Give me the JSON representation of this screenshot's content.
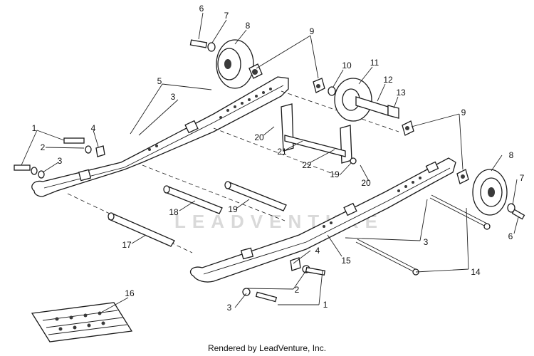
{
  "diagram": {
    "callouts": [
      {
        "id": "c6a",
        "text": "6"
      },
      {
        "id": "c7a",
        "text": "7"
      },
      {
        "id": "c8a",
        "text": "8"
      },
      {
        "id": "c9a",
        "text": "9"
      },
      {
        "id": "c10",
        "text": "10"
      },
      {
        "id": "c11",
        "text": "11"
      },
      {
        "id": "c12",
        "text": "12"
      },
      {
        "id": "c13",
        "text": "13"
      },
      {
        "id": "c5",
        "text": "5"
      },
      {
        "id": "c3a",
        "text": "3"
      },
      {
        "id": "c1a",
        "text": "1"
      },
      {
        "id": "c4a",
        "text": "4"
      },
      {
        "id": "c2a",
        "text": "2"
      },
      {
        "id": "c3b",
        "text": "3"
      },
      {
        "id": "c20a",
        "text": "20"
      },
      {
        "id": "c21",
        "text": "21"
      },
      {
        "id": "c22",
        "text": "22"
      },
      {
        "id": "c19a",
        "text": "19"
      },
      {
        "id": "c20b",
        "text": "20"
      },
      {
        "id": "c9b",
        "text": "9"
      },
      {
        "id": "c8b",
        "text": "8"
      },
      {
        "id": "c7b",
        "text": "7"
      },
      {
        "id": "c6b",
        "text": "6"
      },
      {
        "id": "c18",
        "text": "18"
      },
      {
        "id": "c19b",
        "text": "19"
      },
      {
        "id": "c17",
        "text": "17"
      },
      {
        "id": "c3c",
        "text": "3"
      },
      {
        "id": "c15",
        "text": "15"
      },
      {
        "id": "c14",
        "text": "14"
      },
      {
        "id": "c4b",
        "text": "4"
      },
      {
        "id": "c2b",
        "text": "2"
      },
      {
        "id": "c3d",
        "text": "3"
      },
      {
        "id": "c1b",
        "text": "1"
      },
      {
        "id": "c16",
        "text": "16"
      }
    ]
  },
  "watermark": "LEADVENTURE",
  "footer": "Rendered by LeadVenture, Inc."
}
